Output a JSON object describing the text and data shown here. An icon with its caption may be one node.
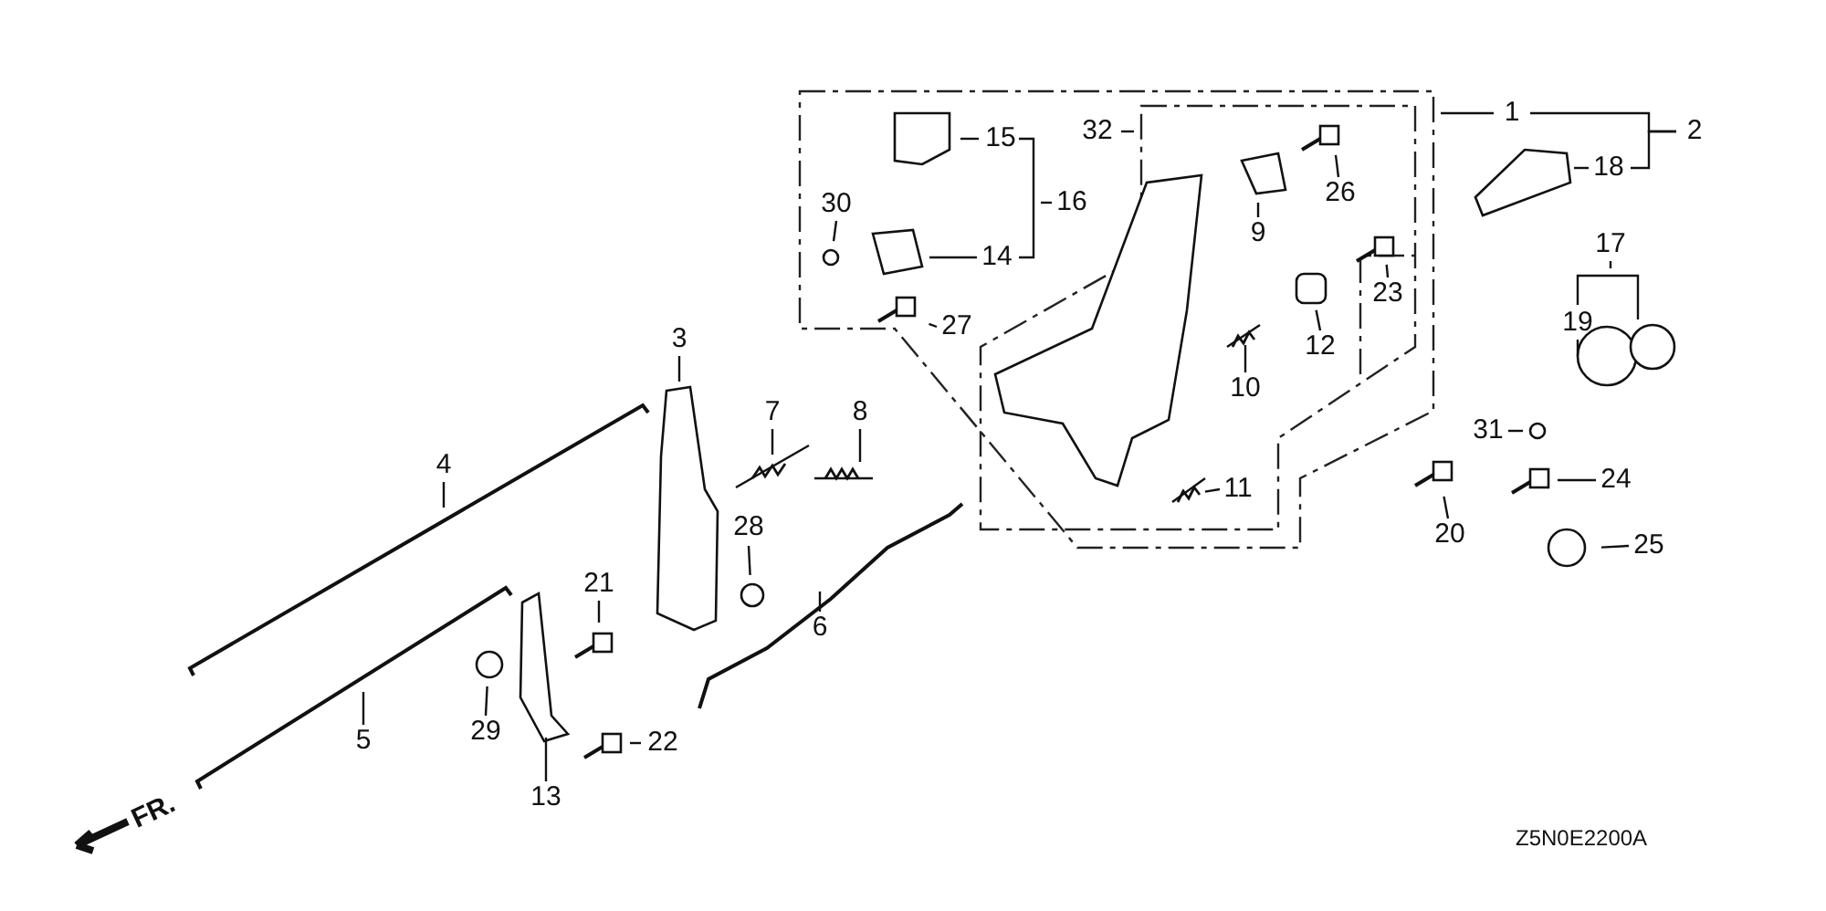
{
  "diagram": {
    "nodes": [
      {
        "text": [
          "1"
        ]
      },
      {
        "text": [
          "2"
        ]
      },
      {
        "text": [
          "3"
        ]
      },
      {
        "text": [
          "4"
        ]
      },
      {
        "text": [
          "5"
        ]
      },
      {
        "text": [
          "6"
        ]
      },
      {
        "text": [
          "7"
        ]
      },
      {
        "text": [
          "8"
        ]
      },
      {
        "text": [
          "9"
        ]
      },
      {
        "text": [
          "10"
        ]
      },
      {
        "text": [
          "11"
        ]
      },
      {
        "text": [
          "12"
        ]
      },
      {
        "text": [
          "13"
        ]
      },
      {
        "text": [
          "14"
        ]
      },
      {
        "text": [
          "15"
        ]
      },
      {
        "text": [
          "16"
        ]
      },
      {
        "text": [
          "17"
        ]
      },
      {
        "text": [
          "18"
        ]
      },
      {
        "text": [
          "19"
        ]
      },
      {
        "text": [
          "20"
        ]
      },
      {
        "text": [
          "21"
        ]
      },
      {
        "text": [
          "22"
        ]
      },
      {
        "text": [
          "23"
        ]
      },
      {
        "text": [
          "24"
        ]
      },
      {
        "text": [
          "25"
        ]
      },
      {
        "text": [
          "26"
        ]
      },
      {
        "text": [
          "27"
        ]
      },
      {
        "text": [
          "28"
        ]
      },
      {
        "text": [
          "29"
        ]
      },
      {
        "text": [
          "30"
        ]
      },
      {
        "text": [
          "31"
        ]
      },
      {
        "text": [
          "32"
        ]
      }
    ],
    "edges": [
      {
        "from": 0,
        "to": null,
        "arrow": "none"
      },
      {
        "from": 1,
        "to": 17,
        "arrow": "none"
      },
      {
        "from": 2,
        "to": null,
        "arrow": "none"
      },
      {
        "from": 3,
        "to": null,
        "arrow": "none"
      },
      {
        "from": 4,
        "to": null,
        "arrow": "none"
      },
      {
        "from": 5,
        "to": null,
        "arrow": "none"
      },
      {
        "from": 6,
        "to": null,
        "arrow": "none"
      },
      {
        "from": 7,
        "to": null,
        "arrow": "none"
      },
      {
        "from": 8,
        "to": null,
        "arrow": "none"
      },
      {
        "from": 9,
        "to": null,
        "arrow": "none"
      },
      {
        "from": 10,
        "to": null,
        "arrow": "none"
      },
      {
        "from": 11,
        "to": null,
        "arrow": "none"
      },
      {
        "from": 12,
        "to": null,
        "arrow": "none"
      },
      {
        "from": 13,
        "to": null,
        "arrow": "none"
      },
      {
        "from": 14,
        "to": null,
        "arrow": "none"
      },
      {
        "from": 15,
        "to": null,
        "arrow": "none"
      },
      {
        "from": 16,
        "to": null,
        "arrow": "none"
      },
      {
        "from": 17,
        "to": null,
        "arrow": "none"
      },
      {
        "from": 18,
        "to": null,
        "arrow": "none"
      },
      {
        "from": 19,
        "to": null,
        "arrow": "none"
      },
      {
        "from": 20,
        "to": null,
        "arrow": "none"
      },
      {
        "from": 21,
        "to": null,
        "arrow": "none"
      },
      {
        "from": 22,
        "to": null,
        "arrow": "none"
      },
      {
        "from": 23,
        "to": null,
        "arrow": "none"
      },
      {
        "from": 24,
        "to": null,
        "arrow": "none"
      },
      {
        "from": 25,
        "to": null,
        "arrow": "none"
      },
      {
        "from": 26,
        "to": null,
        "arrow": "none"
      },
      {
        "from": 27,
        "to": null,
        "arrow": "none"
      },
      {
        "from": 28,
        "to": null,
        "arrow": "none"
      },
      {
        "from": 29,
        "to": null,
        "arrow": "none"
      },
      {
        "from": 30,
        "to": null,
        "arrow": "none"
      },
      {
        "from": 31,
        "to": null,
        "arrow": "none"
      },
      {
        "from": 1,
        "to": 0,
        "arrow": "none"
      }
    ],
    "labels": [
      "FR.",
      "Z5N0E2200A"
    ]
  }
}
